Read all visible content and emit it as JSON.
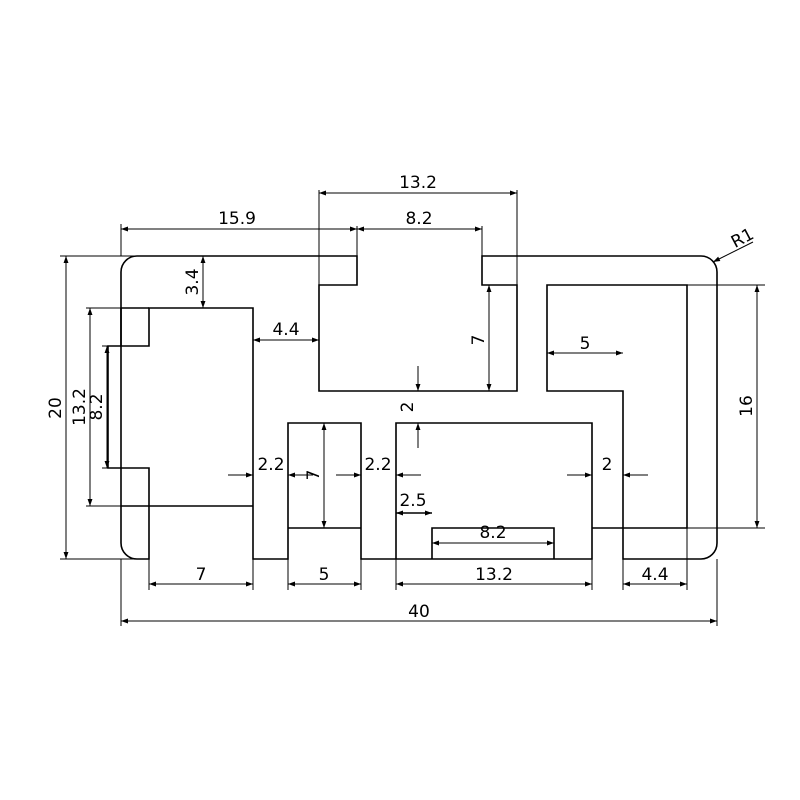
{
  "drawing": {
    "dimensions": {
      "d_top_13_2": "13.2",
      "d_top_8_2": "8.2",
      "d_15_9": "15.9",
      "d_r1": "R1",
      "d_3_4": "3.4",
      "d_4_4_upper": "4.4",
      "d_7_upper_slot": "7",
      "d_5_right": "5",
      "d_16": "16",
      "d_20": "20",
      "d_13_2_left": "13.2",
      "d_8_2_left": "8.2",
      "d_2_center": "2",
      "d_2_2_left": "2.2",
      "d_2_2_right": "2.2",
      "d_7_middle": "7",
      "d_2_right": "2",
      "d_2_5": "2.5",
      "d_8_2_bottom": "8.2",
      "d_7_bottom": "7",
      "d_5_bottom": "5",
      "d_13_2_bottom": "13.2",
      "d_4_4_bottom": "4.4",
      "d_40": "40"
    }
  }
}
